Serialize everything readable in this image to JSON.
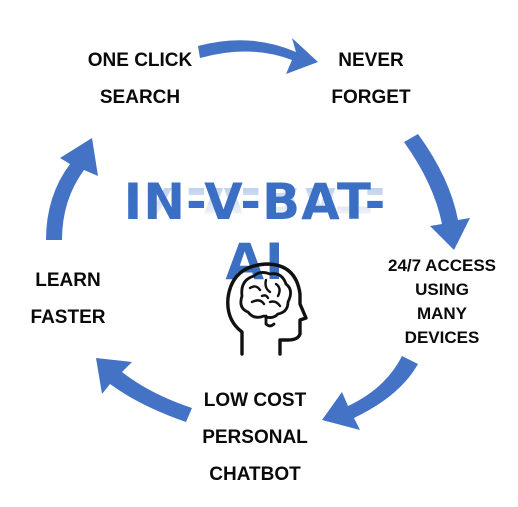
{
  "diagram": {
    "brand": "IN-V-BAT-AI",
    "center_icon": "head-brain-icon",
    "accent_color": "#4472c4",
    "nodes": {
      "top_left": [
        "ONE CLICK",
        "SEARCH"
      ],
      "top_right": [
        "NEVER",
        "FORGET"
      ],
      "right": [
        "24/7 ACCESS",
        "USING",
        "MANY",
        "DEVICES"
      ],
      "bottom": [
        "LOW COST",
        "PERSONAL",
        "CHATBOT"
      ],
      "left": [
        "LEARN",
        "FASTER"
      ]
    }
  }
}
